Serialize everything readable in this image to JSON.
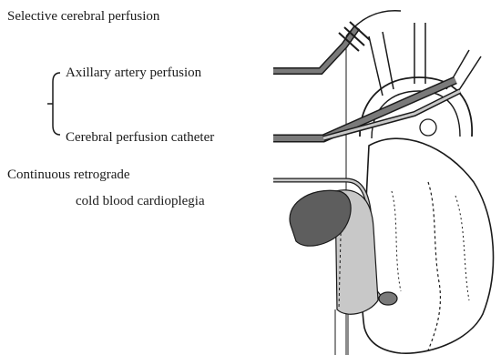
{
  "labels": {
    "title": "Selective cerebral perfusion",
    "axillary": "Axillary artery perfusion",
    "catheter": "Cerebral perfusion catheter",
    "retrograde_1": "Continuous retrograde",
    "retrograde_2": "cold blood cardioplegia"
  },
  "colors": {
    "line": "#1a1a1a",
    "catheter_fill": "#7a7a7a",
    "light_fill": "#c8c8c8",
    "dark_fill": "#5e5e5e"
  }
}
